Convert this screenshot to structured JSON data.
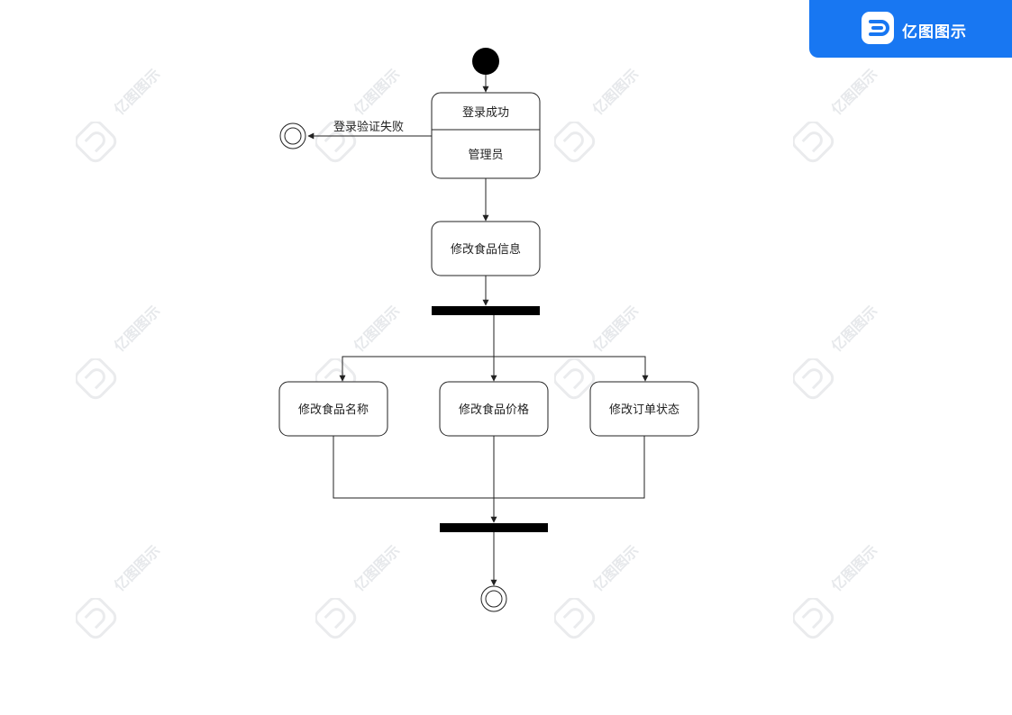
{
  "brand": {
    "name": "亿图图示",
    "color": "#1877f2"
  },
  "watermark": {
    "text": "亿图图示"
  },
  "diagram": {
    "state_login": {
      "title": "登录成功",
      "body": "管理员"
    },
    "fail_label": "登录验证失败",
    "state_edit": "修改食品信息",
    "state_name": "修改食品名称",
    "state_price": "修改食品价格",
    "state_order": "修改订单状态"
  }
}
